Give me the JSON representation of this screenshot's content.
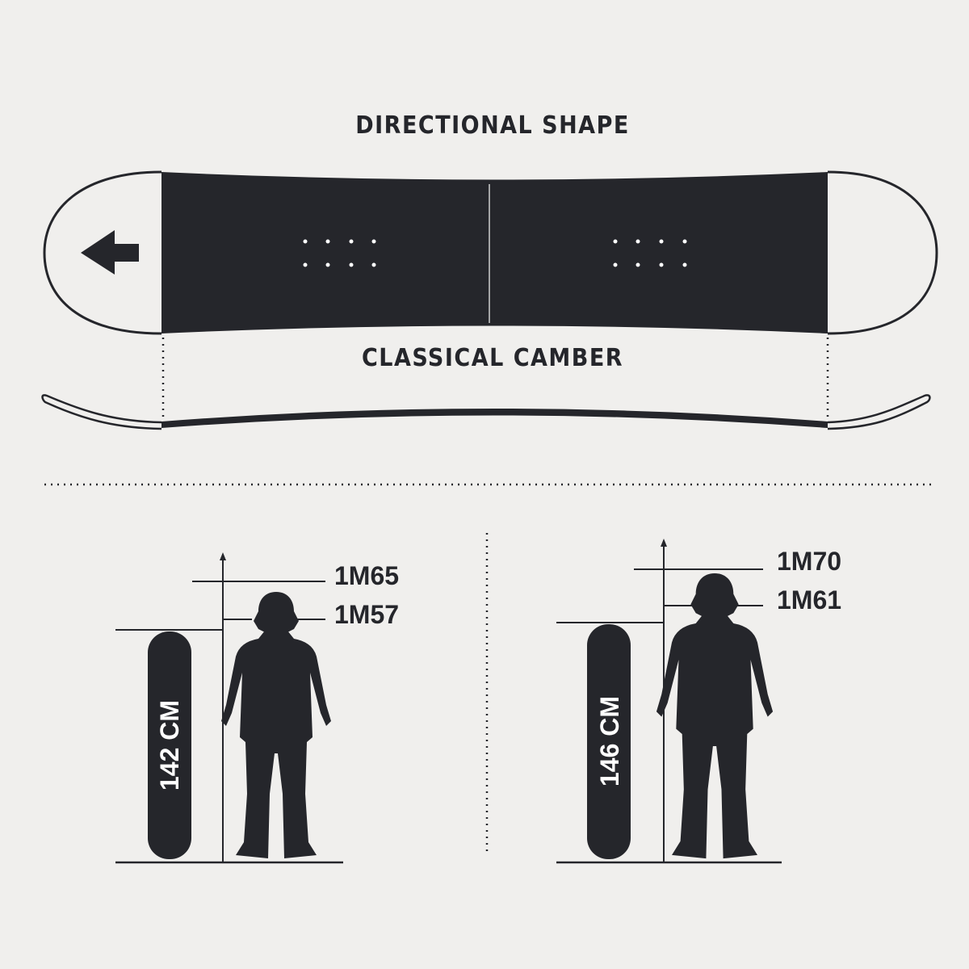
{
  "shape_title": "DIRECTIONAL SHAPE",
  "profile_title": "CLASSICAL CAMBER",
  "colors": {
    "dark": "#25262b",
    "background": "#f0efed"
  },
  "sizes": [
    {
      "board_length": "142 CM",
      "max_height": "1M65",
      "min_height": "1M57"
    },
    {
      "board_length": "146 CM",
      "max_height": "1M70",
      "min_height": "1M61"
    }
  ]
}
